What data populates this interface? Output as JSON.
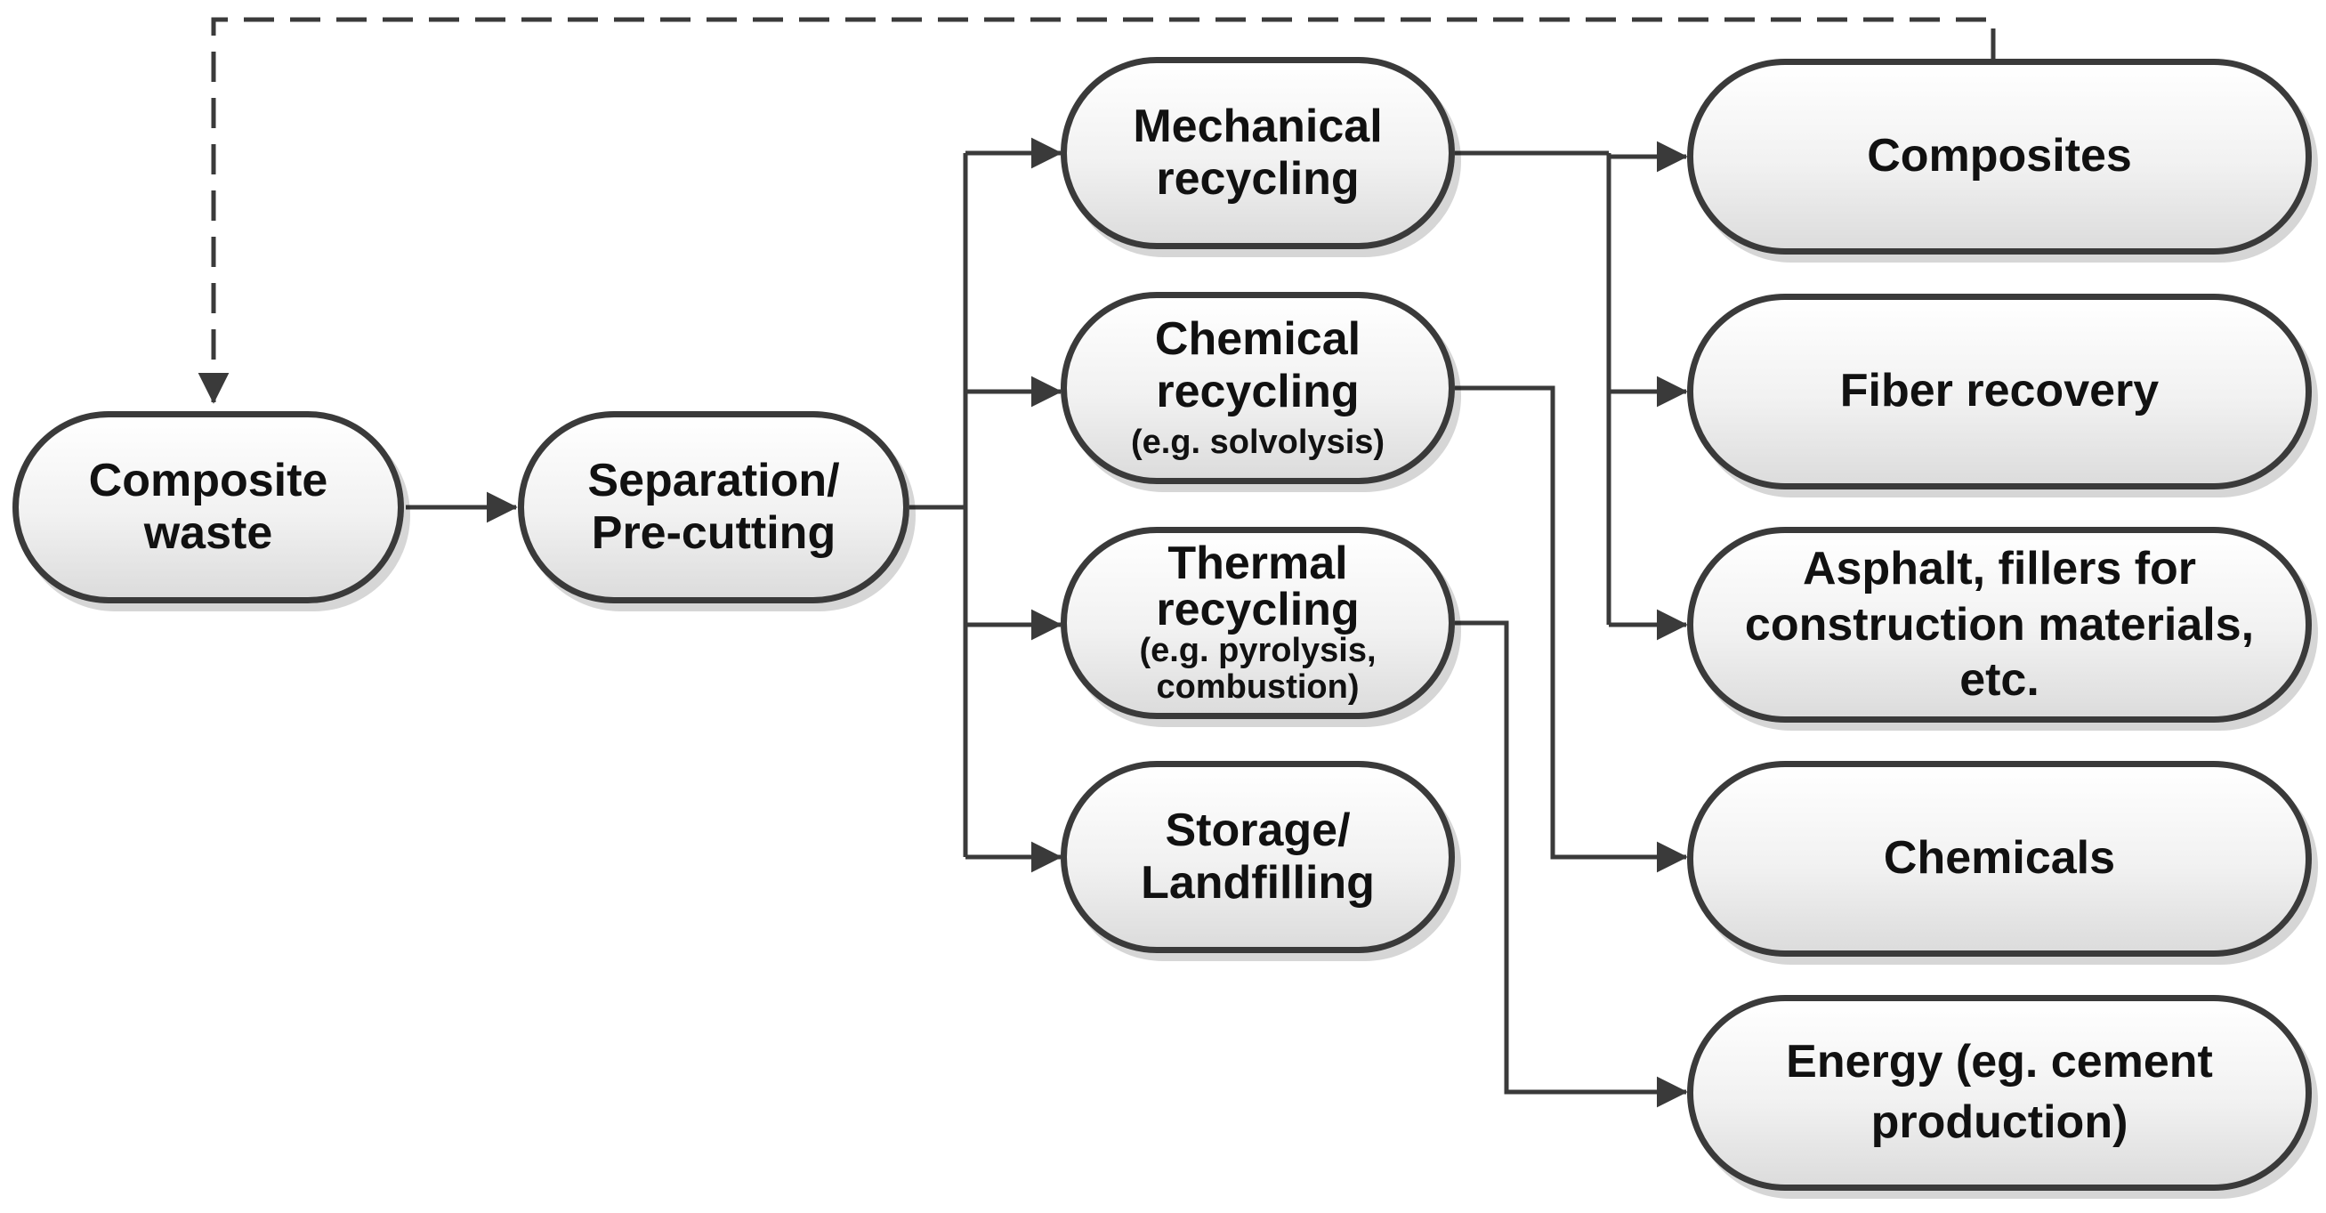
{
  "nodes": {
    "composite_waste": [
      "Composite",
      "waste"
    ],
    "separation": [
      "Separation/",
      "Pre-cutting"
    ],
    "mechanical": [
      "Mechanical",
      "recycling"
    ],
    "chemical": [
      "Chemical",
      "recycling"
    ],
    "chemical_sub": "(e.g. solvolysis)",
    "thermal": [
      "Thermal",
      "recycling"
    ],
    "thermal_sub": [
      "(e.g. pyrolysis,",
      "combustion)"
    ],
    "storage": [
      "Storage/",
      "Landfilling"
    ],
    "composites": [
      "Composites"
    ],
    "fiber": [
      "Fiber recovery"
    ],
    "asphalt": [
      "Asphalt, fillers for",
      "construction materials,",
      "etc."
    ],
    "chemicals": [
      "Chemicals"
    ],
    "energy": [
      "Energy (eg. cement",
      "production)"
    ]
  },
  "style": {
    "line_color": "#3a3a3a",
    "node_fill_top": "#ffffff",
    "node_fill_bottom": "#dcdcdc"
  }
}
